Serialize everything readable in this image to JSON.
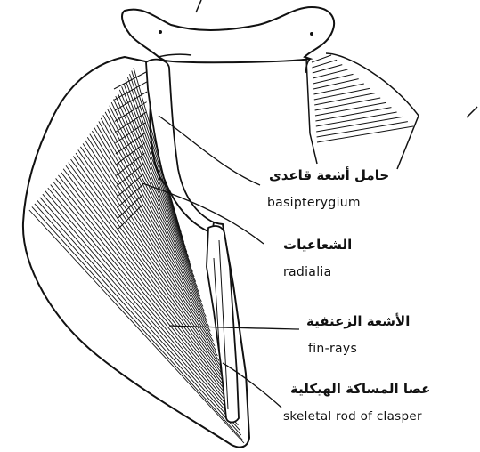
{
  "labels": [
    {
      "ar": "حامل أشعة قاعدى",
      "en": "basipterygium"
    },
    {
      "ar": "الشعاعيات",
      "en": "radialia"
    },
    {
      "ar": "الأشعة الزعنفية",
      "en": "fin-rays"
    },
    {
      "ar": "عصا المساكة الهيكلية",
      "en": "skeletal rod of clasper"
    }
  ],
  "colors": {
    "ink": "#111111",
    "paper": "#ffffff"
  }
}
